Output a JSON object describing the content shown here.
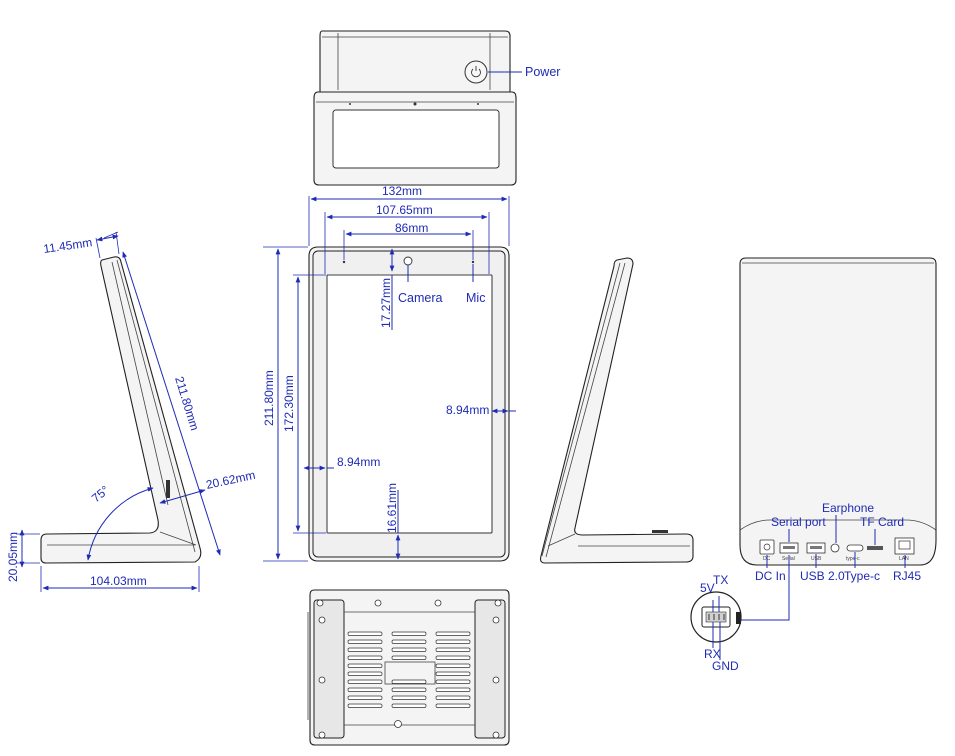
{
  "labels": {
    "power": "Power",
    "camera": "Camera",
    "mic": "Mic",
    "earphone": "Earphone",
    "serial_port": "Serial port",
    "tf_card": "TF Card",
    "dc_in": "DC In",
    "usb": "USB 2.0",
    "type_c": "Type-c",
    "rj45": "RJ45"
  },
  "pinout": {
    "tx": "TX",
    "v5": "5V",
    "rx": "RX",
    "gnd": "GND"
  },
  "dimensions": {
    "total_width": "132mm",
    "screen_width": "107.65mm",
    "camera_mic": "86mm",
    "top_bezel": "17.27mm",
    "total_height": "211.80mm",
    "screen_height": "172.30mm",
    "side_bezel": "8.94mm",
    "right_bezel": "8.94mm",
    "bottom_bezel": "16.61mm",
    "side_thickness": "11.45mm",
    "side_length": "211.80mm",
    "base_depth": "20.62mm",
    "angle": "75°",
    "base_height": "20.05mm",
    "base_length": "104.03mm"
  },
  "port_marks": {
    "dc": "DC",
    "serial": "Serial",
    "usb": "USB",
    "typec": "type-c",
    "lan": "LAN"
  },
  "colors": {
    "dimension_blue": "#1f2bb5",
    "outline": "#222222",
    "body": "#f4f4f4"
  }
}
